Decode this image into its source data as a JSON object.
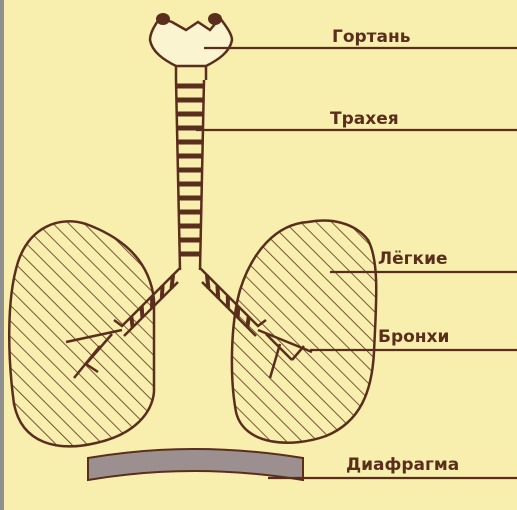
{
  "colors": {
    "background": "#f8eeae",
    "frame": "#8f8f8f",
    "ink": "#5a2e1c",
    "diaphragm": "#9c8f8f"
  },
  "labels": {
    "larynx": "Гортань",
    "trachea": "Трахея",
    "lungs": "Лёгкие",
    "bronchi": "Бронхи",
    "diaphragm": "Диафрагма"
  }
}
